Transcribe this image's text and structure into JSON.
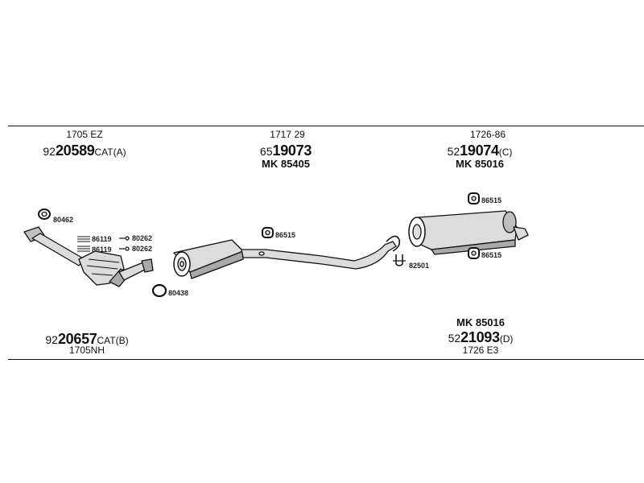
{
  "top": {
    "left": {
      "code": "1705 EZ",
      "part_prefix": "92",
      "part_number": "20589",
      "part_suffix": "CAT(A)"
    },
    "center": {
      "code": "1717 29",
      "part_prefix": "65",
      "part_number": "19073",
      "part_suffix": "",
      "mk": "MK 85405"
    },
    "right": {
      "code": "1726-86",
      "part_prefix": "52",
      "part_number": "19074",
      "part_suffix": "(C)",
      "mk": "MK 85016"
    }
  },
  "bottom": {
    "left": {
      "code": "1705NH",
      "part_prefix": "92",
      "part_number": "20657",
      "part_suffix": "CAT(B)"
    },
    "right": {
      "code": "1726 E3",
      "part_prefix": "52",
      "part_number": "21093",
      "part_suffix": "(D)",
      "mk": "MK 85016"
    }
  },
  "hardware": {
    "gasket_top": "80462",
    "bolt_1": "86119",
    "bolt_2": "86119",
    "nut_1": "80262",
    "nut_2": "80262",
    "clamp_front": "80438",
    "hanger_mid": "86515",
    "clamp_u": "82501",
    "hanger_rear_top": "86515",
    "hanger_rear_bottom": "86515"
  },
  "colors": {
    "line": "#111111",
    "fill": "#dcdcdc",
    "shade": "#a9a9a9"
  }
}
